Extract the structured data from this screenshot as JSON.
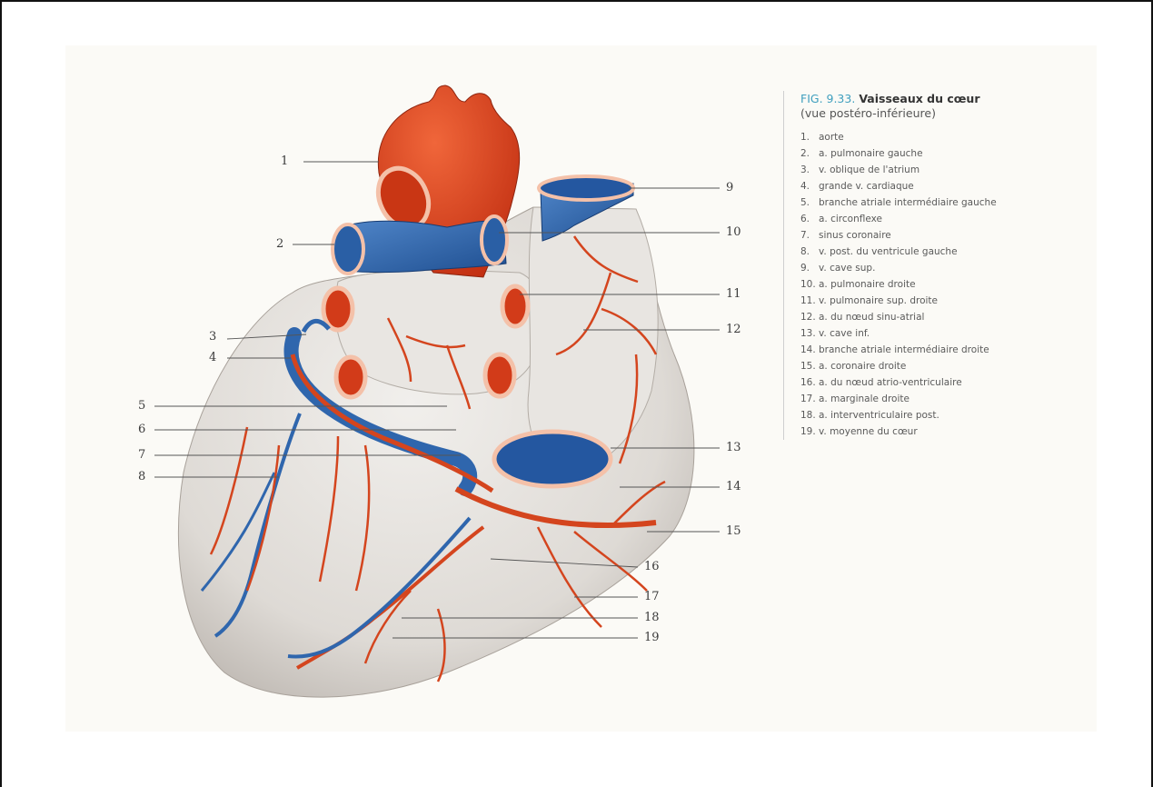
{
  "figure": {
    "number": "FIG. 9.33.",
    "title": "Vaisseaux du cœur",
    "subtitle": "(vue postéro-inférieure)"
  },
  "legend": [
    {
      "n": "1.",
      "text": "aorte"
    },
    {
      "n": "2.",
      "text": "a. pulmonaire gauche"
    },
    {
      "n": "3.",
      "text": "v. oblique de l'atrium"
    },
    {
      "n": "4.",
      "text": "grande v. cardiaque"
    },
    {
      "n": "5.",
      "text": "branche atriale intermédiaire gauche"
    },
    {
      "n": "6.",
      "text": "a. circonflexe"
    },
    {
      "n": "7.",
      "text": "sinus coronaire"
    },
    {
      "n": "8.",
      "text": "v. post. du ventricule gauche"
    },
    {
      "n": "9.",
      "text": "v. cave sup."
    },
    {
      "n": "10.",
      "text": "a. pulmonaire droite"
    },
    {
      "n": "11.",
      "text": "v. pulmonaire sup. droite"
    },
    {
      "n": "12.",
      "text": "a. du nœud sinu-atrial"
    },
    {
      "n": "13.",
      "text": "v. cave inf."
    },
    {
      "n": "14.",
      "text": "branche atriale intermédiaire droite"
    },
    {
      "n": "15.",
      "text": "a. coronaire droite"
    },
    {
      "n": "16.",
      "text": "a. du nœud atrio-ventriculaire"
    },
    {
      "n": "17.",
      "text": "a. marginale droite"
    },
    {
      "n": "18.",
      "text": "a. interventriculaire post."
    },
    {
      "n": "19.",
      "text": "v. moyenne du cœur"
    }
  ],
  "callouts": [
    "1",
    "2",
    "3",
    "4",
    "5",
    "6",
    "7",
    "8",
    "9",
    "10",
    "11",
    "12",
    "13",
    "14",
    "15",
    "16",
    "17",
    "18",
    "19"
  ],
  "colors": {
    "artery": "#d4451e",
    "vein": "#2f66ad",
    "tissue": "#e6e3df",
    "figure_number": "#3f9fbe"
  }
}
